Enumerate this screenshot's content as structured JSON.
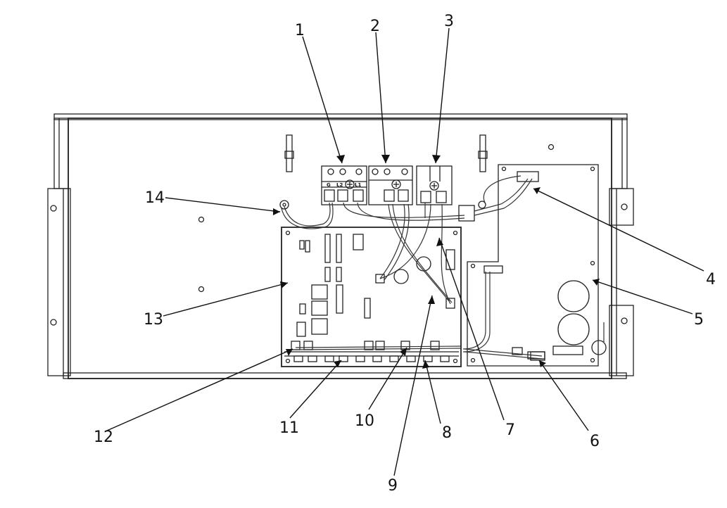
{
  "callouts": [
    {
      "id": "1",
      "text": "1"
    },
    {
      "id": "2",
      "text": "2"
    },
    {
      "id": "3",
      "text": "3"
    },
    {
      "id": "4",
      "text": "4"
    },
    {
      "id": "5",
      "text": "5"
    },
    {
      "id": "6",
      "text": "6"
    },
    {
      "id": "7",
      "text": "7"
    },
    {
      "id": "8",
      "text": "8"
    },
    {
      "id": "9",
      "text": "9"
    },
    {
      "id": "10",
      "text": "10"
    },
    {
      "id": "11",
      "text": "11"
    },
    {
      "id": "12",
      "text": "12"
    },
    {
      "id": "13",
      "text": "13"
    },
    {
      "id": "14",
      "text": "14"
    }
  ],
  "terminal_labels": {
    "t1": "G",
    "t2": "L2",
    "t3": "L1"
  }
}
